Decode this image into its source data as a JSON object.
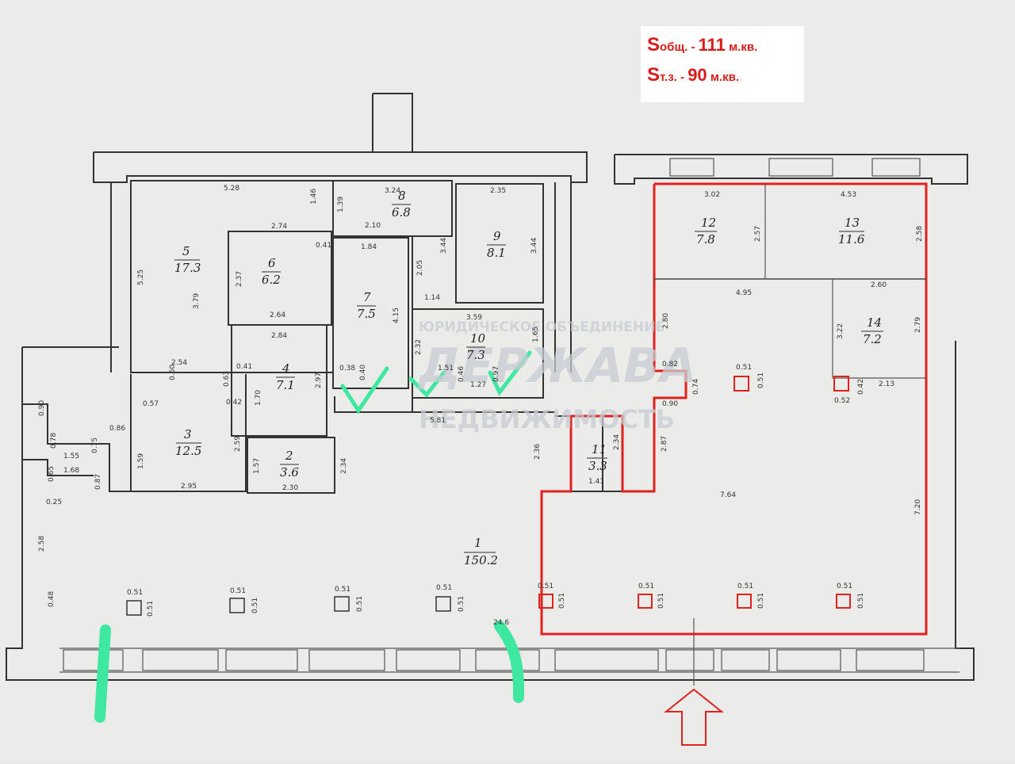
{
  "area_summary": {
    "total": {
      "s": "S",
      "sub": "общ.",
      "sep": " - ",
      "value": "111",
      "unit": " м.кв."
    },
    "retail": {
      "s": "S",
      "sub": "т.з.",
      "sep": " - ",
      "value": "90",
      "unit": " м.кв."
    }
  },
  "watermark": {
    "line1": "ЮРИДИЧЕСКОЕ ОБЪЕДИНЕНИЕ",
    "line2": "ДЕРЖАВА",
    "line3": "НЕДВИЖИМОСТЬ"
  },
  "rooms": [
    {
      "num": "1",
      "area": "150.2"
    },
    {
      "num": "2",
      "area": "3.6"
    },
    {
      "num": "3",
      "area": "12.5"
    },
    {
      "num": "4",
      "area": "7.1"
    },
    {
      "num": "5",
      "area": "17.3"
    },
    {
      "num": "6",
      "area": "6.2"
    },
    {
      "num": "7",
      "area": "7.5"
    },
    {
      "num": "8",
      "area": "6.8"
    },
    {
      "num": "9",
      "area": "8.1"
    },
    {
      "num": "10",
      "area": "7.3"
    },
    {
      "num": "11",
      "area": "3.3"
    },
    {
      "num": "12",
      "area": "7.8"
    },
    {
      "num": "13",
      "area": "11.6"
    },
    {
      "num": "14",
      "area": "7.2"
    }
  ],
  "dimensions": [
    "5.28",
    "1.46",
    "1.39",
    "3.24",
    "2.35",
    "3.02",
    "4.53",
    "5.25",
    "2.74",
    "0.41",
    "2.10",
    "2.37",
    "3.79",
    "1.84",
    "2.05",
    "3.44",
    "3.44",
    "2.57",
    "2.58",
    "4.95",
    "2.60",
    "1.14",
    "2.64",
    "2.84",
    "4.15",
    "3.59",
    "1.65",
    "2.32",
    "2.80",
    "3.22",
    "2.79",
    "2.54",
    "0.60",
    "0.63",
    "0.41",
    "0.38",
    "0.40",
    "1.51",
    "0.46",
    "1.27",
    "0.97",
    "0.82",
    "0.51",
    "0.51",
    "0.74",
    "0.52",
    "0.42",
    "2.13",
    "0.90",
    "0.57",
    "0.42",
    "1.70",
    "2.97",
    "0.86",
    "0.90",
    "0.78",
    "0.75",
    "1.55",
    "1.68",
    "0.65",
    "0.87",
    "0.25",
    "1.59",
    "2.59",
    "2.95",
    "1.57",
    "2.30",
    "2.34",
    "5.81",
    "2.36",
    "2.34",
    "2.87",
    "1.41",
    "7.64",
    "7.20",
    "2.58",
    "0.48",
    "0.51",
    "0.51",
    "0.51",
    "0.51",
    "0.51",
    "0.51",
    "0.51",
    "0.51",
    "0.51",
    "0.51",
    "0.51",
    "0.51",
    "0.51",
    "0.51",
    "0.51",
    "0.51",
    "24.6"
  ],
  "colors": {
    "highlight": "#e0211d",
    "marker": "#3ee8a0",
    "check": "#3ee8a0"
  }
}
